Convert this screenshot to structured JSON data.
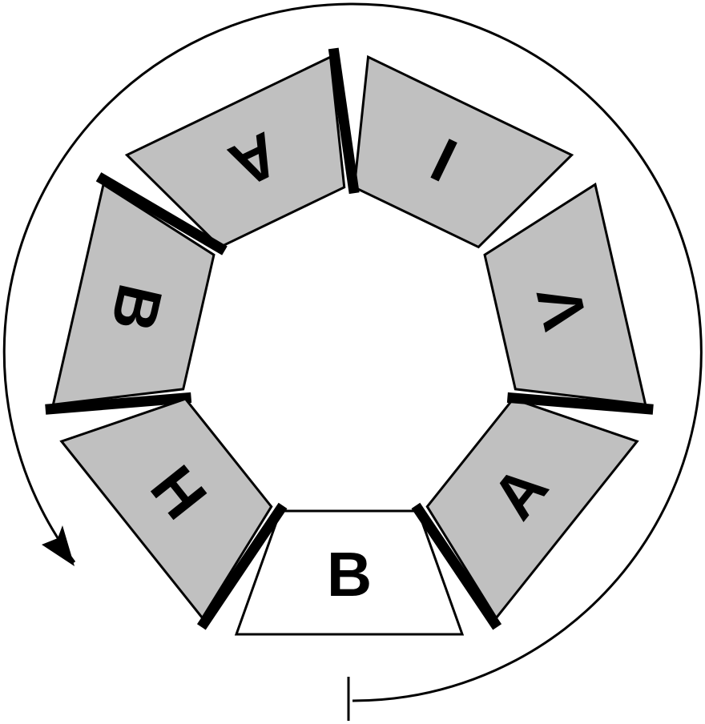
{
  "diagram": {
    "segments": [
      {
        "letter": "B",
        "fill": "#ffffff",
        "highlighted": true
      },
      {
        "letter": "A",
        "fill": "#c0c0c0"
      },
      {
        "letter": "V",
        "fill": "#c0c0c0"
      },
      {
        "letter": "I",
        "fill": "#c0c0c0"
      },
      {
        "letter": "A",
        "fill": "#c0c0c0"
      },
      {
        "letter": "B",
        "fill": "#c0c0c0"
      },
      {
        "letter": "H",
        "fill": "#c0c0c0"
      }
    ],
    "direction": "counterclockwise"
  }
}
